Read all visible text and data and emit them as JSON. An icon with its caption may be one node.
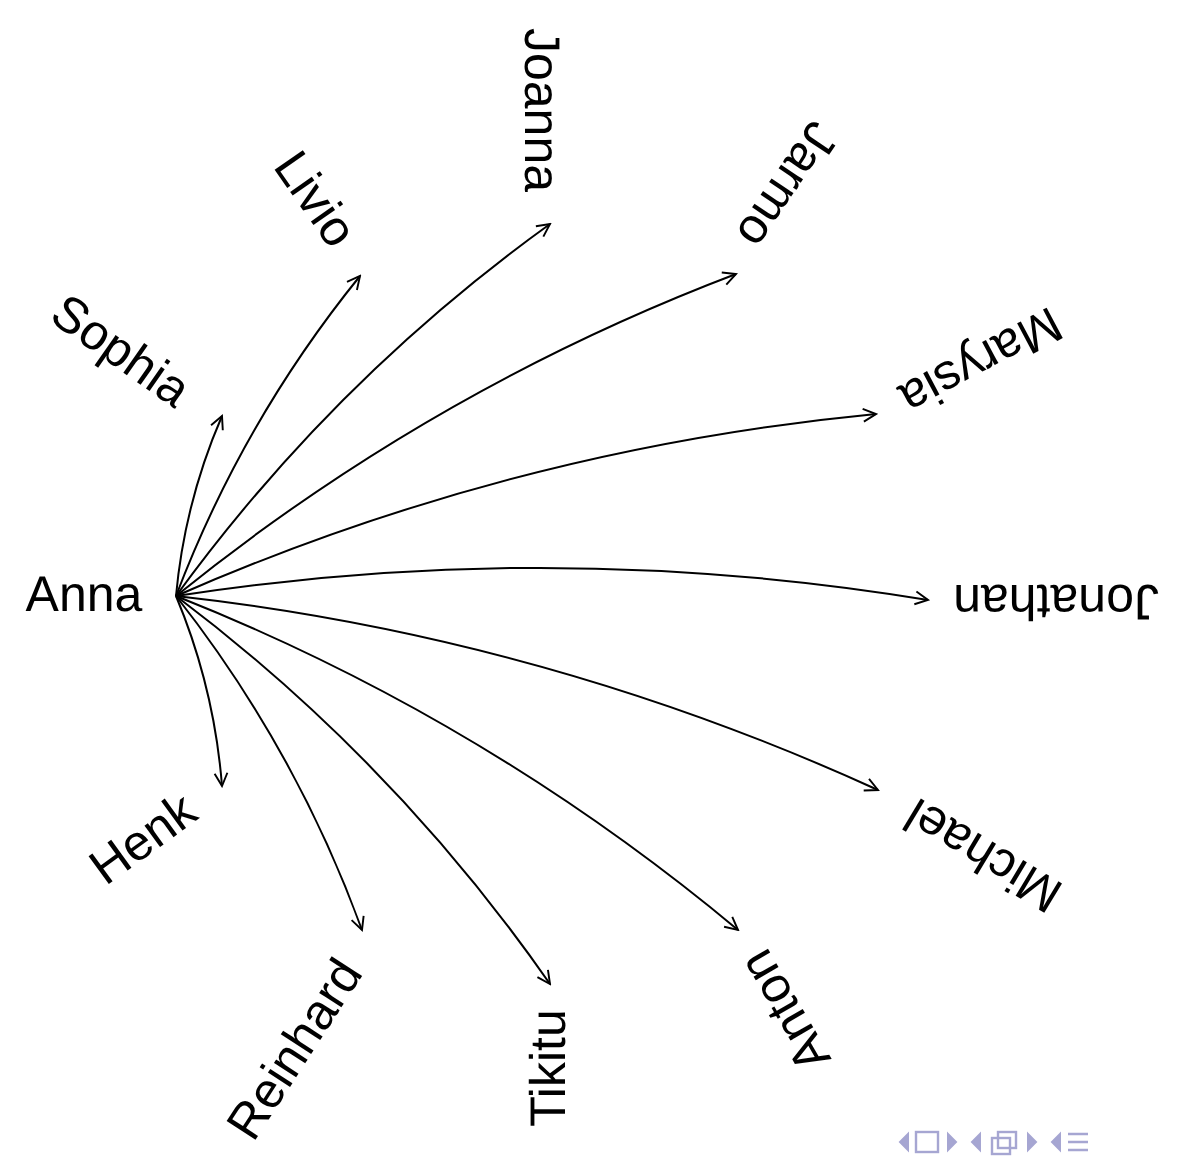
{
  "diagram": {
    "nodes": [
      {
        "text": [
          "Anna"
        ]
      },
      {
        "text": [
          "Sophia"
        ]
      },
      {
        "text": [
          "Livio"
        ]
      },
      {
        "text": [
          "Joanna"
        ]
      },
      {
        "text": [
          "Jarmo"
        ]
      },
      {
        "text": [
          "Marysia"
        ]
      },
      {
        "text": [
          "Jonathan"
        ]
      },
      {
        "text": [
          "Michael"
        ]
      },
      {
        "text": [
          "Anton"
        ]
      },
      {
        "text": [
          "Tikitu"
        ]
      },
      {
        "text": [
          "Reinhard"
        ]
      },
      {
        "text": [
          "Henk"
        ]
      }
    ],
    "edges": [
      {
        "from": 0,
        "to": 1,
        "arrow": "to"
      },
      {
        "from": 0,
        "to": 2,
        "arrow": "to"
      },
      {
        "from": 0,
        "to": 3,
        "arrow": "to"
      },
      {
        "from": 0,
        "to": 4,
        "arrow": "to"
      },
      {
        "from": 0,
        "to": 5,
        "arrow": "to"
      },
      {
        "from": 0,
        "to": 6,
        "arrow": "to"
      },
      {
        "from": 0,
        "to": 7,
        "arrow": "to"
      },
      {
        "from": 0,
        "to": 8,
        "arrow": "to"
      },
      {
        "from": 0,
        "to": 9,
        "arrow": "to"
      },
      {
        "from": 0,
        "to": 10,
        "arrow": "to"
      },
      {
        "from": 0,
        "to": 11,
        "arrow": "to"
      }
    ]
  }
}
